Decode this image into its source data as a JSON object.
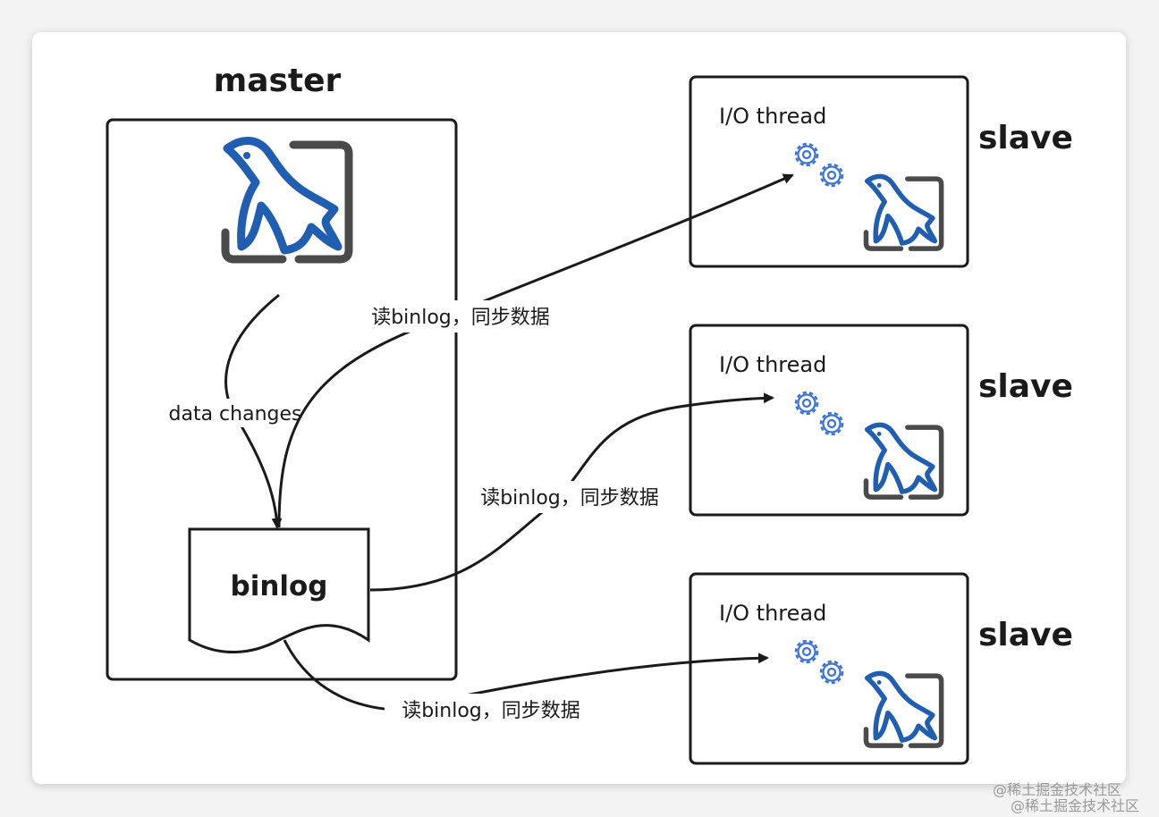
{
  "master": {
    "title": "master"
  },
  "binlog": {
    "label": "binlog"
  },
  "edges": {
    "data_changes": "data changes",
    "read_sync_1": "读binlog，同步数据",
    "read_sync_2": "读binlog，同步数据",
    "read_sync_3": "读binlog，同步数据"
  },
  "slaves": [
    {
      "title": "slave",
      "thread_label": "I/O thread"
    },
    {
      "title": "slave",
      "thread_label": "I/O thread"
    },
    {
      "title": "slave",
      "thread_label": "I/O thread"
    }
  ],
  "watermark": {
    "line1": "@稀土掘金技术社区",
    "line2": "@稀土掘金技术社区"
  },
  "colors": {
    "mysql_blue": "#1f5eb0",
    "gear_blue": "#3b73d6",
    "frame_gray": "#4a4a4a",
    "stroke": "#1a1a1a"
  },
  "icons": {
    "database": "mysql-dolphin-icon",
    "thread": "gears-icon"
  }
}
